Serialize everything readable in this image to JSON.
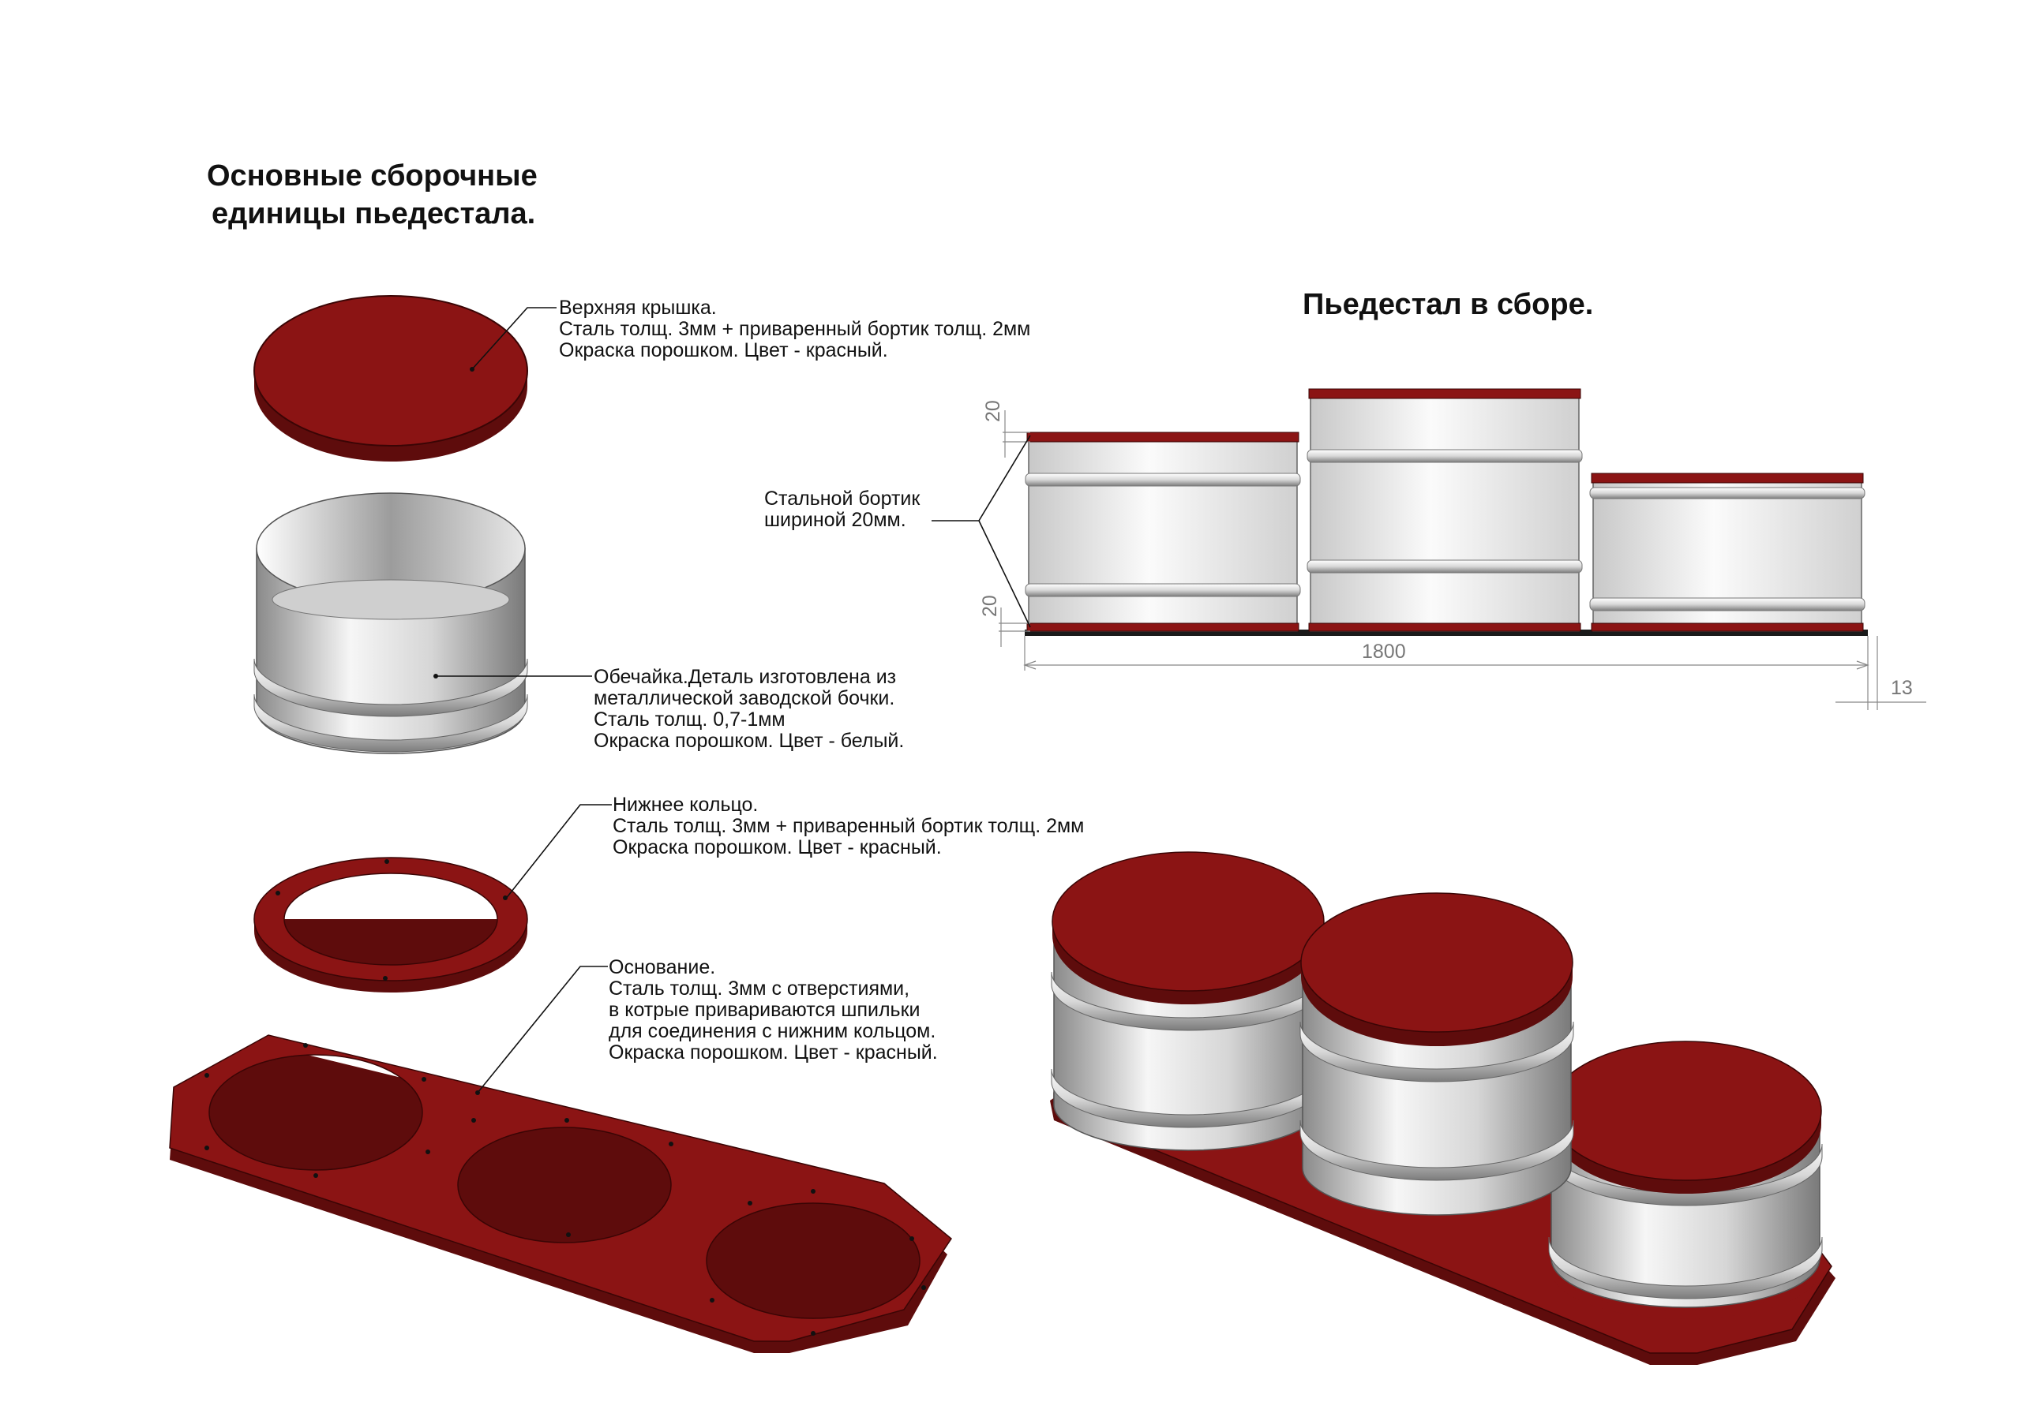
{
  "titles": {
    "parts_line1": "Основные сборочные",
    "parts_line2": "единицы пьедестала.",
    "assembled": "Пьедестал в сборе."
  },
  "callouts": {
    "lid": [
      "Верхняя крышка.",
      "Сталь толщ. 3мм + приваренный бортик толщ. 2мм",
      "Окраска порошком. Цвет - красный."
    ],
    "shell": [
      "Обечайка.Деталь изготовлена из",
      "металлической заводской бочки.",
      "Сталь толщ. 0,7-1мм",
      "Окраска порошком. Цвет - белый."
    ],
    "ring": [
      "Нижнее кольцо.",
      "Сталь толщ. 3мм + приваренный бортик толщ. 2мм",
      "Окраска порошком. Цвет - красный."
    ],
    "base": [
      "Основание.",
      "Сталь толщ. 3мм с отверстиями,",
      "в котрые привариваются шпильки",
      "для соединения с нижним кольцом.",
      "Окраска порошком. Цвет - красный."
    ],
    "rim": [
      "Стальной бортик",
      "шириной 20мм."
    ]
  },
  "dimensions": {
    "rim_top": "20",
    "rim_bottom": "20",
    "width": "1800",
    "offset": "13"
  },
  "colors": {
    "red": "#8b1414",
    "red_dark": "#5e0c0c",
    "steel_light": "#f4f4f4",
    "steel_dark": "#8d8d8d"
  }
}
